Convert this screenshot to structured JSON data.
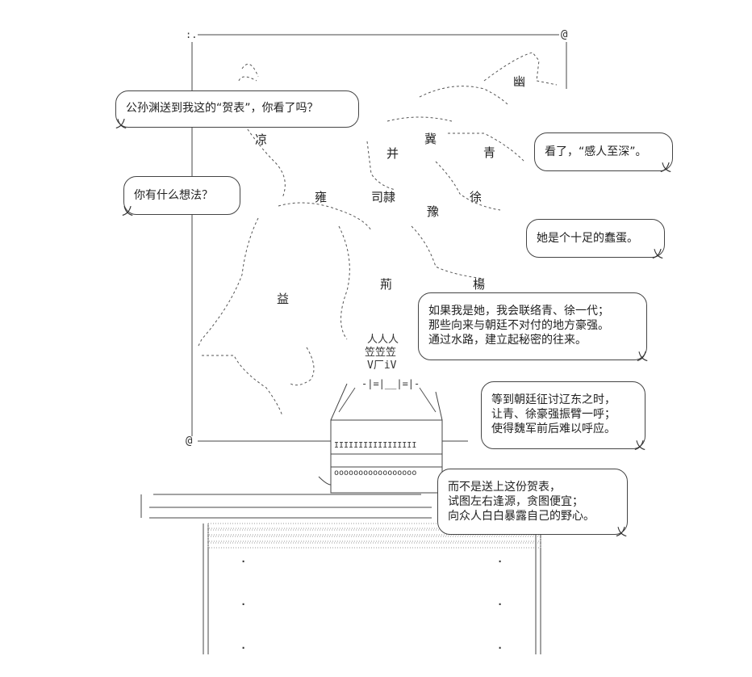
{
  "frame": {
    "corner_top_left": ":.",
    "corner_top_right": "@",
    "corner_bottom_left": "@"
  },
  "regions": {
    "you": "幽",
    "ji": "冀",
    "liang": "凉",
    "bing": "并",
    "qing": "青",
    "yong": "雍",
    "sili": "司隷",
    "xu": "徐",
    "yu": "豫",
    "yi": "益",
    "jing": "荊",
    "yang": "楊"
  },
  "bubbles": [
    {
      "id": "b1",
      "lines": [
        "公孙渊送到我这的“贺表”，你看了吗？"
      ]
    },
    {
      "id": "b2",
      "lines": [
        "你有什么想法？"
      ]
    },
    {
      "id": "b3",
      "lines": [
        "看了，“感人至深”。"
      ]
    },
    {
      "id": "b4",
      "lines": [
        "她是个十足的蠢蛋。"
      ]
    },
    {
      "id": "b5",
      "lines": [
        "如果我是她，我会联络青、徐一代；",
        "那些向来与朝廷不对付的地方豪强。",
        "通过水路，建立起秘密的往来。"
      ]
    },
    {
      "id": "b6",
      "lines": [
        "等到朝廷征讨辽东之时，",
        "让青、徐豪强振臂一呼；",
        "使得魏军前后难以呼应。"
      ]
    },
    {
      "id": "b7",
      "lines": [
        "而不是送上这份贺表，",
        "试图左右逢源，贪图便宜；",
        "向众人白白暴露自己的野心。"
      ]
    }
  ],
  "ascii": {
    "crown": "人人人",
    "face1": "笠笠笠",
    "face2": "V厂iV",
    "collar": "-|=|__|=|-",
    "belt": "IIIIIIIIIIIIIIIII",
    "hem": "ooooooooooooooooo"
  }
}
